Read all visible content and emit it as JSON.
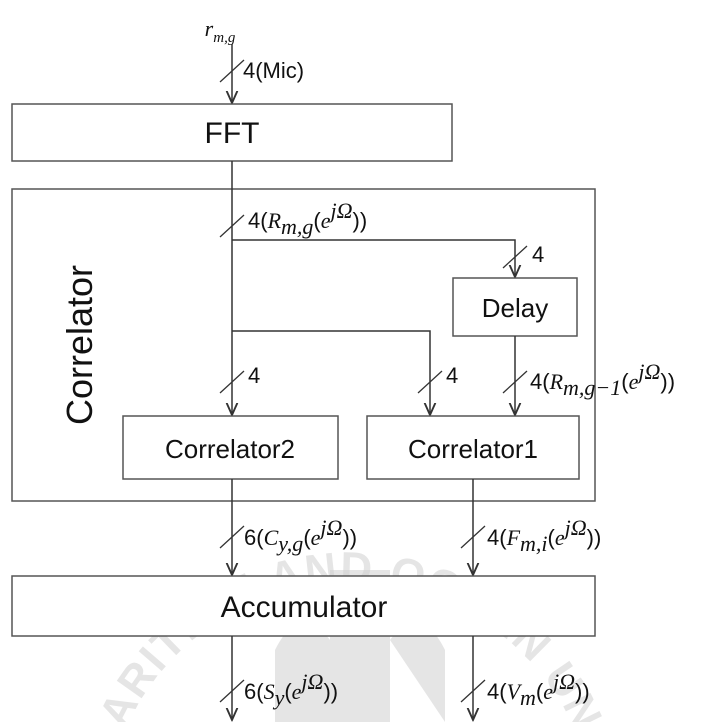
{
  "input_signal": "r_{m,g}",
  "blocks": {
    "fft": "FFT",
    "correlator_group": "Correlator",
    "delay": "Delay",
    "correlator2": "Correlator2",
    "correlator1": "Correlator1",
    "accumulator": "Accumulator"
  },
  "edge_labels": {
    "mic_input": "4(Mic)",
    "fft_output": "4(R_{m,g}(e^{jΩ}))",
    "delay_input": "4",
    "delay_output": "4(R_{m,g−1}(e^{jΩ}))",
    "corr2_input": "4",
    "corr1_input": "4",
    "corr2_output": "6(C_{y,g}(e^{jΩ}))",
    "corr1_output": "4(F_{m,i}(e^{jΩ}))",
    "acc_output_left": "6(S_y(e^{jΩ}))",
    "acc_output_right": "4(V_m(e^{jΩ}))"
  },
  "watermark": "KOREA MARITIME AND OCEAN UNIVERSITY"
}
